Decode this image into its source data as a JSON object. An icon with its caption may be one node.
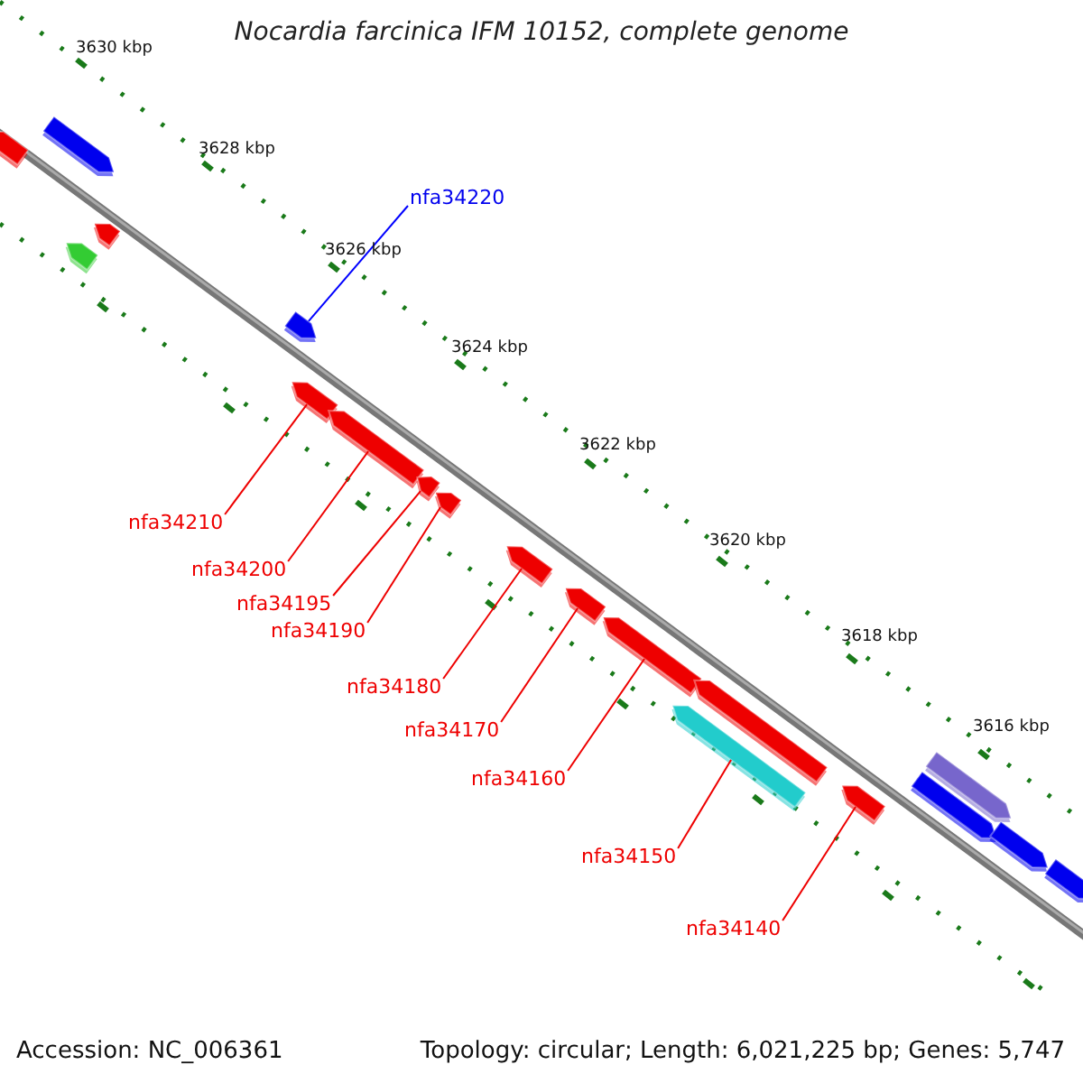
{
  "diagram": {
    "title": "Nocardia farcinica IFM 10152, complete genome",
    "nodes": [
      {
        "text": [],
        "shape": "bar"
      },
      {
        "text": [],
        "shape": "bar"
      },
      {
        "text": [],
        "shape": "bar"
      },
      {
        "text": [],
        "shape": "bar"
      },
      {
        "text": [
          "nfa34220"
        ]
      },
      {
        "text": [],
        "shape": "bar"
      },
      {
        "text": [
          "nfa34210"
        ]
      },
      {
        "text": [],
        "shape": "bar"
      },
      {
        "text": [
          "nfa34200"
        ]
      },
      {
        "text": [],
        "shape": "bar"
      },
      {
        "text": [
          "nfa34195"
        ]
      },
      {
        "text": [],
        "shape": "bar"
      },
      {
        "text": [
          "nfa34190"
        ]
      },
      {
        "text": [],
        "shape": "bar"
      },
      {
        "text": [
          "nfa34180"
        ]
      },
      {
        "text": [],
        "shape": "bar"
      },
      {
        "text": [
          "nfa34170"
        ]
      },
      {
        "text": [],
        "shape": "bar"
      },
      {
        "text": [
          "nfa34160"
        ]
      },
      {
        "text": [],
        "shape": "bar"
      },
      {
        "text": [],
        "shape": "bar"
      },
      {
        "text": [
          "nfa34150"
        ]
      },
      {
        "text": [],
        "shape": "bar"
      },
      {
        "text": [
          "nfa34140"
        ]
      },
      {
        "text": [],
        "shape": "bar"
      },
      {
        "text": [],
        "shape": "bar"
      },
      {
        "text": [],
        "shape": "bar"
      },
      {
        "text": [],
        "shape": "bar"
      },
      {
        "text": [],
        "shape": "bar"
      }
    ],
    "edges": [
      {
        "from": 4,
        "to": 5,
        "arrow": "none",
        "color": "#0000ff"
      },
      {
        "from": 6,
        "to": 7,
        "arrow": "none"
      },
      {
        "from": 8,
        "to": 9,
        "arrow": "none"
      },
      {
        "from": 10,
        "to": 11,
        "arrow": "none"
      },
      {
        "from": 12,
        "to": 13,
        "arrow": "none"
      },
      {
        "from": 14,
        "to": 15,
        "arrow": "none"
      },
      {
        "from": 16,
        "to": 17,
        "arrow": "none"
      },
      {
        "from": 18,
        "to": 19,
        "arrow": "none"
      },
      {
        "from": 21,
        "to": 22,
        "arrow": "none"
      },
      {
        "from": 23,
        "to": 24,
        "arrow": "none"
      }
    ],
    "labels": [
      "3630 kbp",
      "3628 kbp",
      "3626 kbp",
      "3624 kbp",
      "3622 kbp",
      "3620 kbp",
      "3618 kbp",
      "3616 kbp",
      "Accession: NC_006361",
      "Topology: circular; Length: 6,021,225 bp; Genes: 5,747"
    ]
  }
}
